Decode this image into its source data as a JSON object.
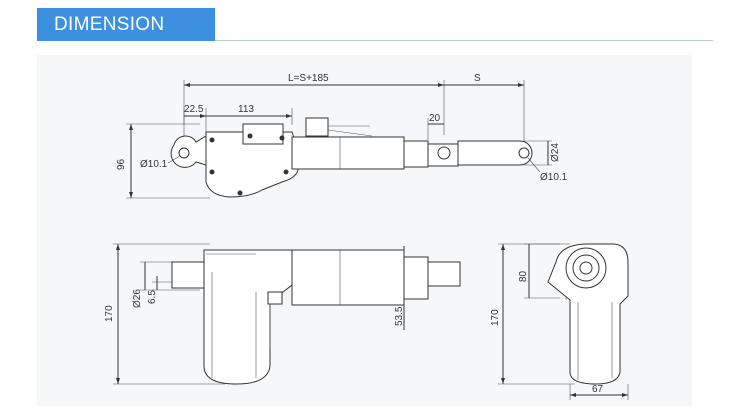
{
  "header": {
    "title": "DIMENSION",
    "accent_color": "#3d8fe0"
  },
  "side_view": {
    "total_length_label": "L=S+185",
    "stroke_label": "S",
    "dim_22_5": "22.5",
    "dim_113": "113",
    "dim_20": "20",
    "height_label": "96",
    "hole_rear_label": "Ø10.1",
    "hole_front_label": "Ø10.1",
    "rod_diameter_label": "Ø24"
  },
  "top_view": {
    "height_label": "170",
    "dim_26": "Ø26",
    "dim_6_5": "6.5",
    "dim_53_5": "53.5"
  },
  "end_view": {
    "height_label": "170",
    "dim_80": "80",
    "width_label": "67"
  }
}
